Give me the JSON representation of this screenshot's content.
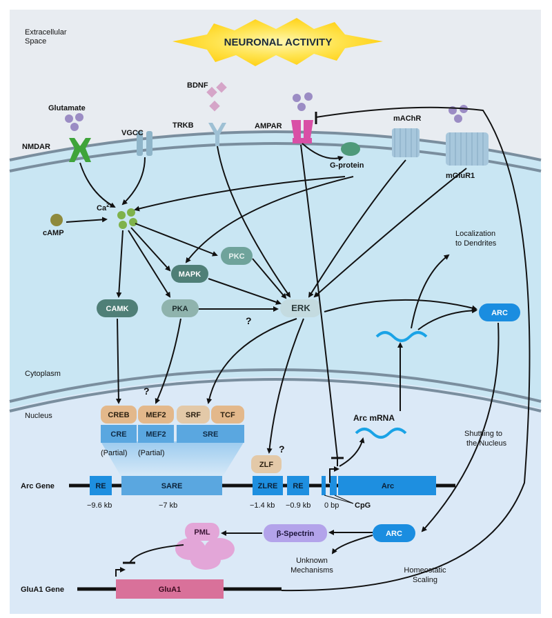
{
  "regions": {
    "extracellular": "Extracellular\nSpace",
    "cytoplasm": "Cytoplasm",
    "nucleus": "Nucleus"
  },
  "banner": "NEURONAL ACTIVITY",
  "ligands": {
    "bdnf": "BDNF",
    "glutamate": "Glutamate"
  },
  "receptors": {
    "nmdar": "NMDAR",
    "vgcc": "VGCC",
    "trkb": "TRKB",
    "ampar": "AMPAR",
    "machr": "mAChR",
    "mglur1": "mGluR1",
    "g_protein": "G-protein"
  },
  "second_messengers": {
    "ca": "Ca",
    "ca_sup": "2+",
    "camp": "cAMP"
  },
  "kinases": {
    "pkc": "PKC",
    "mapk": "MAPK",
    "camk": "CAMK",
    "pka": "PKA",
    "erk": "ERK",
    "unknown_link": "?"
  },
  "arc_protein": {
    "top": "ARC",
    "bottom": "ARC"
  },
  "localization": "Localization\nto Dendrites",
  "arc_mrna": "Arc mRNA",
  "shuttling": "Shuttling to\nthe Nucleus",
  "transcription_factors": {
    "creb": "CREB",
    "mef2": "MEF2",
    "srf": "SRF",
    "tcf": "TCF",
    "zlf": "ZLF",
    "mef2_q": "?",
    "zlf_q": "?"
  },
  "elements": {
    "cre": "CRE",
    "mef2": "MEF2",
    "sre": "SRE",
    "partial_1": "(Partial)",
    "partial_2": "(Partial)"
  },
  "arc_gene": {
    "label": "Arc Gene",
    "re_left": "RE",
    "sare": "SARE",
    "zlre": "ZLRE",
    "re_right": "RE",
    "arc": "Arc",
    "cpg": "CpG",
    "pos_1": "−9.6 kb",
    "pos_2": "−7 kb",
    "pos_3": "−1.4 kb",
    "pos_4": "−0.9 kb",
    "pos_5": "0 bp"
  },
  "lower": {
    "pml": "PML",
    "spectrin": "β-Spectrin",
    "unknown": "Unknown\nMechanisms",
    "homeostatic": "Homeostatic\nScaling"
  },
  "glua1_gene": {
    "label": "GluA1 Gene",
    "gene": "GluA1"
  },
  "colors": {
    "extracellular_bg": "#e8ecf1",
    "cytoplasm_bg": "#c9e6f3",
    "nucleus_bg": "#dbe9f7",
    "membrane": "#7a8e9e",
    "gene_blue": "#1e8fe0",
    "tf_orange": "#e3b88b",
    "element_blue": "#5aa7e0",
    "kinase_teal": "#5f9a92",
    "arc_blue": "#1a8de0",
    "pml_pink": "#e3a6d8",
    "spectrin_purple": "#b3a3ea",
    "glua1_pink": "#d9719a",
    "nmdar_green": "#3fa43a",
    "ampar_pink": "#d94fa6",
    "ligand_purple": "#9b8cc4",
    "bdnf_pink": "#d5a5c8"
  }
}
